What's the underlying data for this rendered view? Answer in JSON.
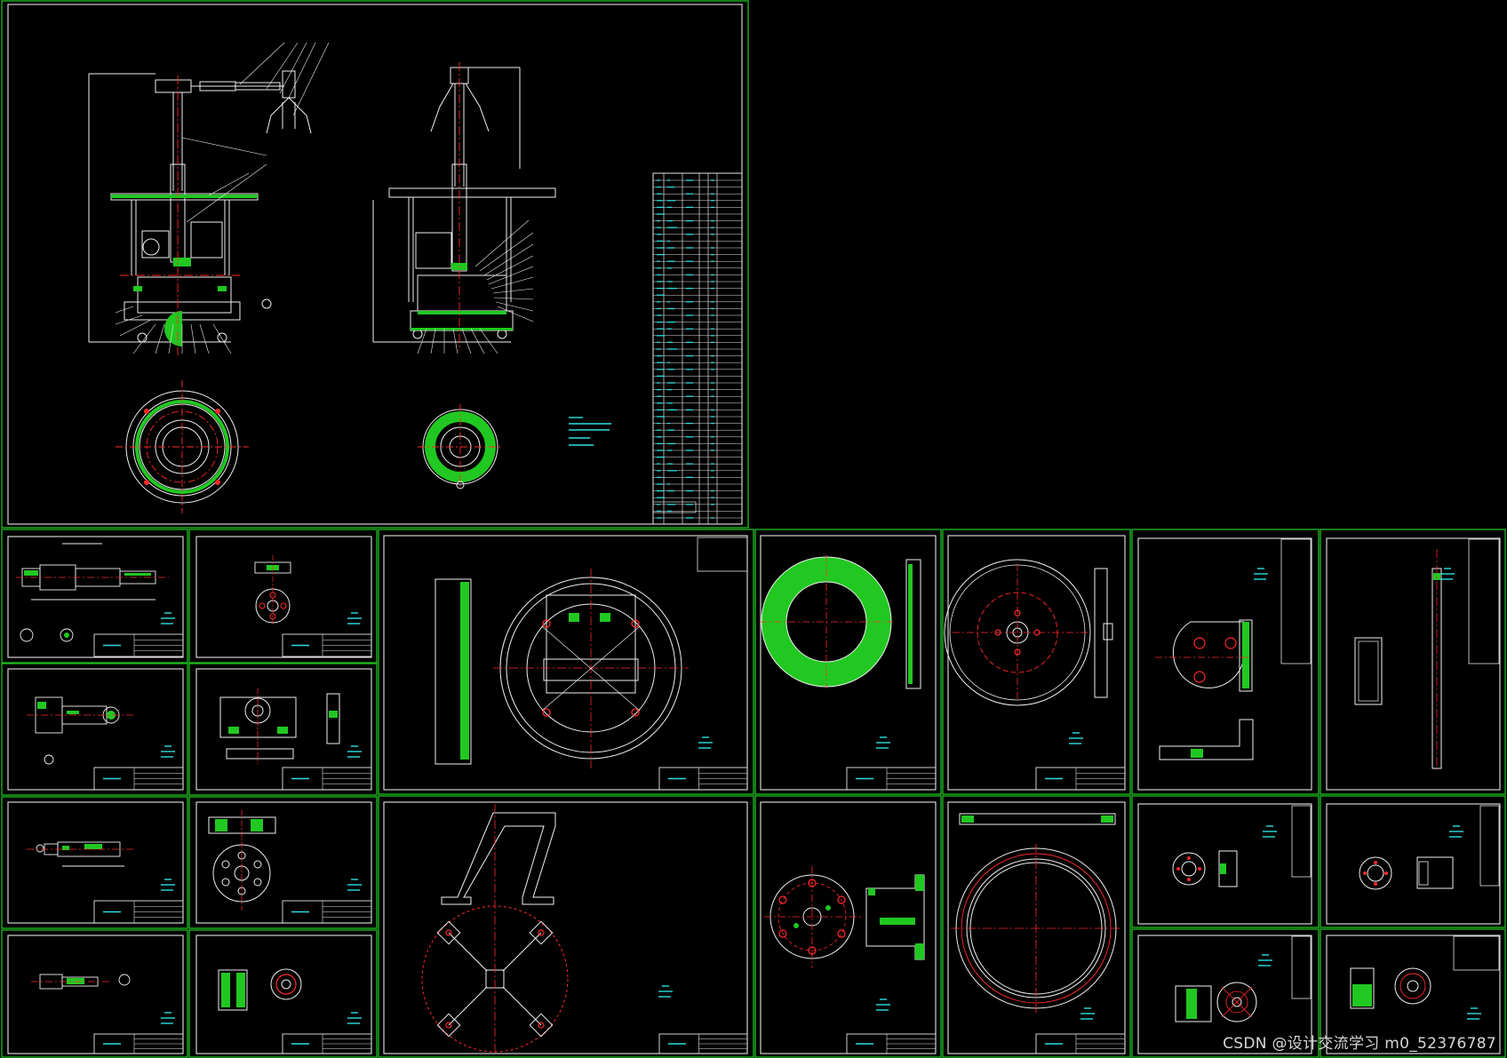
{
  "watermark": "CSDN @设计交流学习 m0_52376787",
  "colors": {
    "background": "#000000",
    "frame": "#1fbf1f",
    "border": "#e6e6e6",
    "line": "#f0f0f0",
    "center": "#ff2a2a",
    "hatch": "#21c821",
    "annotation": "#2de0e0"
  },
  "sheets": [
    {
      "id": "assembly"
    },
    {
      "id": "shaft-a"
    },
    {
      "id": "flange-a"
    },
    {
      "id": "shaft-b"
    },
    {
      "id": "bearing-seat"
    },
    {
      "id": "shaft-c"
    },
    {
      "id": "flange-b"
    },
    {
      "id": "shaft-d"
    },
    {
      "id": "gear-hub"
    },
    {
      "id": "base-disc"
    },
    {
      "id": "hatched-ring"
    },
    {
      "id": "turntable"
    },
    {
      "id": "arm-plate"
    },
    {
      "id": "rod"
    },
    {
      "id": "claw-frame"
    },
    {
      "id": "coupling-flange"
    },
    {
      "id": "large-ring"
    },
    {
      "id": "small-flange-a"
    },
    {
      "id": "small-flange-b"
    },
    {
      "id": "small-flange-c"
    },
    {
      "id": "small-flange-d"
    }
  ]
}
